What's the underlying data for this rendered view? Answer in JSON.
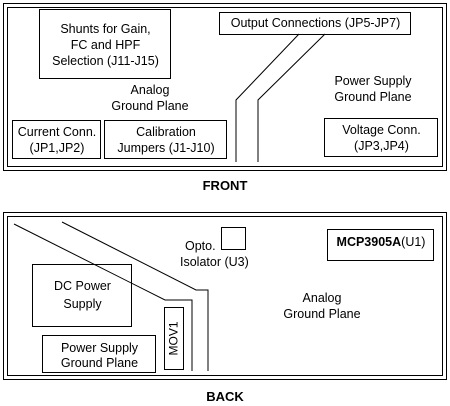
{
  "front": {
    "caption": "FRONT",
    "shunts": [
      "Shunts for Gain,",
      "FC and HPF",
      "Selection (J11-J15)"
    ],
    "output": "Output Connections (JP5-JP7)",
    "analog_gp": [
      "Analog",
      "Ground Plane"
    ],
    "power_gp": [
      "Power Supply",
      "Ground Plane"
    ],
    "current": [
      "Current Conn.",
      "(JP1,JP2)"
    ],
    "calibration": [
      "Calibration",
      "Jumpers (J1-J10)"
    ],
    "voltage": [
      "Voltage Conn.",
      "(JP3,JP4)"
    ]
  },
  "back": {
    "caption": "BACK",
    "opto": [
      "Opto.",
      "Isolator (U3)"
    ],
    "mcp_part": "MCP3905A",
    "mcp_ref": "(U1)",
    "dc_power": [
      "DC Power",
      "Supply"
    ],
    "analog_gp": [
      "Analog",
      "Ground Plane"
    ],
    "power_gp": [
      "Power Supply",
      "Ground Plane"
    ],
    "mov": "MOV1"
  }
}
